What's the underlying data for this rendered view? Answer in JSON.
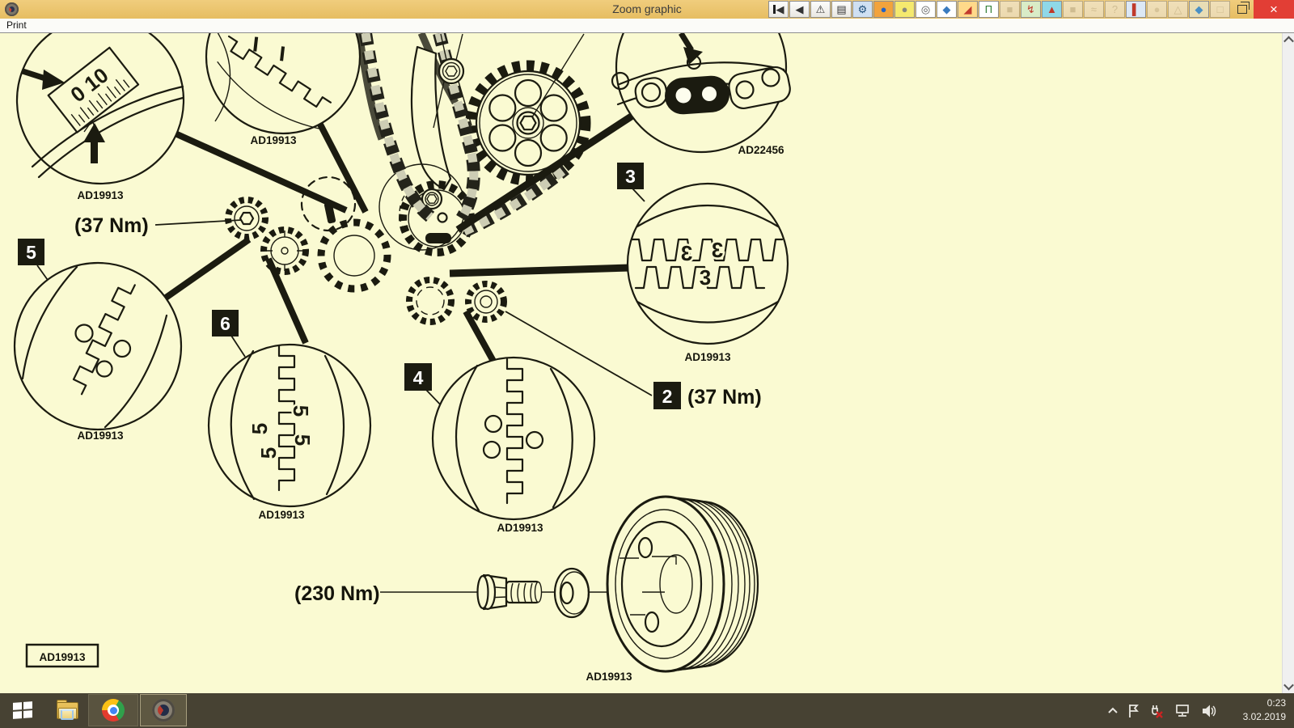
{
  "window": {
    "title": "Zoom graphic",
    "menu": {
      "print_label": "Print"
    },
    "controls": {
      "close_glyph": "×"
    }
  },
  "toolbar": {
    "nav": [
      {
        "name": "go-first",
        "glyph": "◀",
        "first": true
      },
      {
        "name": "go-back",
        "glyph": "◀"
      },
      {
        "name": "warning",
        "glyph": "⚠"
      },
      {
        "name": "window-view",
        "glyph": "▤"
      }
    ],
    "buttons": [
      {
        "name": "repair-tools",
        "glyph": "⚙",
        "fg": "#1f4e79",
        "bg": "#cfe0f2"
      },
      {
        "name": "world",
        "glyph": "●",
        "fg": "#2463c4",
        "bg": "#f2a33c"
      },
      {
        "name": "diagnostics",
        "glyph": "●",
        "fg": "#8a8a7c",
        "bg": "#f5e96e"
      },
      {
        "name": "wheel",
        "glyph": "◎",
        "fg": "#555555",
        "bg": "#ffffff"
      },
      {
        "name": "map",
        "glyph": "◆",
        "fg": "#3a7bbf",
        "bg": "#ffffff"
      },
      {
        "name": "ramp",
        "glyph": "◢",
        "fg": "#c23b2e",
        "bg": "#ffd98a"
      },
      {
        "name": "lift",
        "glyph": "Π",
        "fg": "#2f7d32",
        "bg": "#ffffff"
      },
      {
        "name": "engine",
        "glyph": "■",
        "fg": "#b9b6ae",
        "bg": "#f1f0ec",
        "disabled": true
      },
      {
        "name": "spark-plug",
        "glyph": "↯",
        "fg": "#c0392b",
        "bg": "#d9ecc7"
      },
      {
        "name": "jack",
        "glyph": "▲",
        "fg": "#c0392b",
        "bg": "#8fd8e8"
      },
      {
        "name": "body-panel",
        "glyph": "■",
        "fg": "#b9b6ae",
        "bg": "#f1f0ec",
        "disabled": true
      },
      {
        "name": "wiring",
        "glyph": "≈",
        "fg": "#b9b6ae",
        "bg": "#f1f0ec",
        "disabled": true
      },
      {
        "name": "vehicle-query",
        "glyph": "?",
        "fg": "#b9b6ae",
        "bg": "#f1f0ec",
        "disabled": true
      },
      {
        "name": "seat",
        "glyph": "▌",
        "fg": "#c0392b",
        "bg": "#dce8f5"
      },
      {
        "name": "tyre",
        "glyph": "●",
        "fg": "#c8c5bd",
        "bg": "#f1f0ec",
        "disabled": true
      },
      {
        "name": "hazard",
        "glyph": "△",
        "fg": "#b9b6ae",
        "bg": "#f1f0ec",
        "disabled": true
      },
      {
        "name": "artwork",
        "glyph": "◆",
        "fg": "#4a90c4",
        "bg": "#e8ddb5"
      },
      {
        "name": "box",
        "glyph": "□",
        "fg": "#b9b6ae",
        "bg": "#f1f0ec",
        "disabled": true
      }
    ]
  },
  "diagram": {
    "ref_code": "AD19913",
    "ref_code_boxed": "AD19913",
    "chain_ref": "AD22456",
    "torque_cam": "(37 Nm)",
    "torque_tensioner": "(37 Nm)",
    "torque_crank": "(230 Nm)",
    "scale_reading": "0 10",
    "callouts": {
      "c2": "2",
      "c3": "3",
      "c4": "4",
      "c5": "5",
      "c6": "6"
    },
    "tooth_marks": {
      "mark_3": "3",
      "mark_5": "5"
    }
  },
  "taskbar": {
    "icons": [
      "start-icon",
      "file-explorer-icon",
      "chrome-icon",
      "autodata-disc-icon",
      "hidden-icons-chevron",
      "action-center-flag-icon",
      "audio-device-muted-icon",
      "network-icon",
      "speaker-icon"
    ],
    "tray": {
      "time": "0:23",
      "date": "3.02.2019"
    }
  }
}
